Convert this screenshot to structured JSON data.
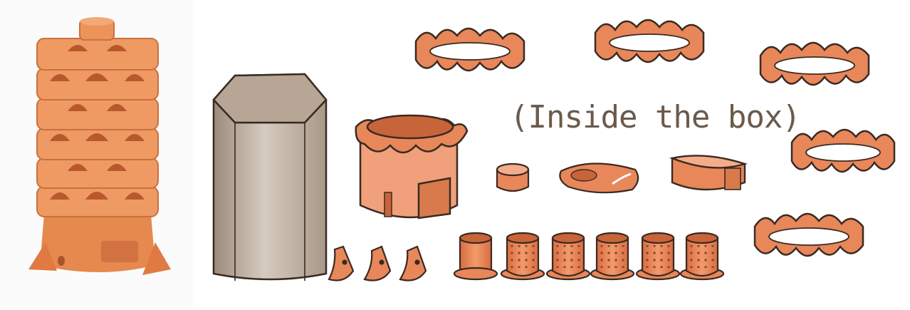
{
  "caption": {
    "text": "(Inside the box)"
  },
  "palette": {
    "terracotta": "#e8875a",
    "terracotta_dark": "#c8643a",
    "terracotta_light": "#f4ad8b",
    "outline": "#3a2a22",
    "sleeve": "#c9bcae",
    "sleeve_dark": "#9c8b7c",
    "caption": "#6b5a4b"
  },
  "icons": [
    "garden-tower-photo",
    "sleeve-cylinder",
    "base-reservoir",
    "tier-ring",
    "lid-cap",
    "tray",
    "pan",
    "foot-wedge",
    "plain-cup",
    "perforated-cup"
  ]
}
